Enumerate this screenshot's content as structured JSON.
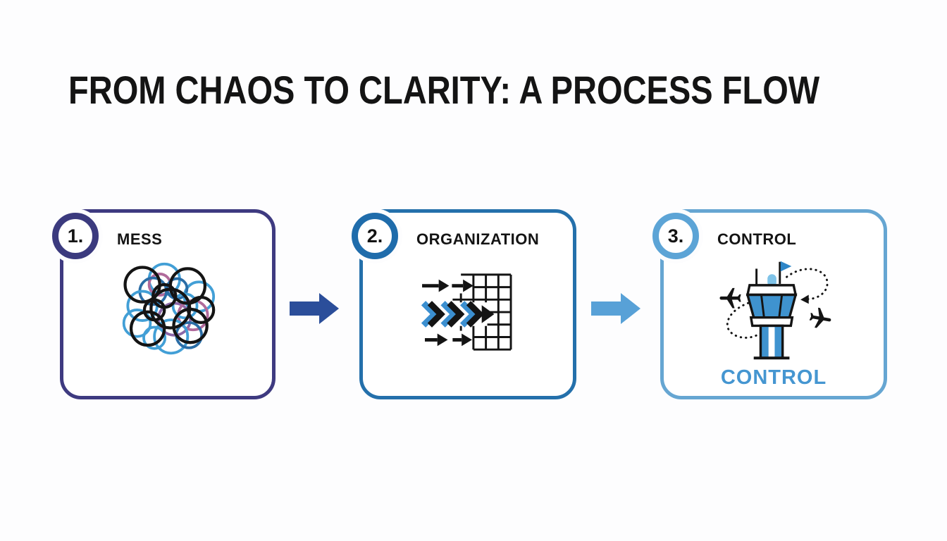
{
  "page": {
    "title": "FROM CHAOS TO CLARITY: A PROCESS FLOW",
    "background": "#fdfdfe",
    "title_color": "#141414"
  },
  "steps": [
    {
      "number": "1.",
      "label": "MESS",
      "accent_color": "#3e3a80",
      "icon": "tangled-scribble-icon"
    },
    {
      "number": "2.",
      "label": "ORGANIZATION",
      "accent_color": "#2470ab",
      "icon": "arrows-into-grid-icon"
    },
    {
      "number": "3.",
      "label": "CONTROL",
      "accent_color": "#66a6d2",
      "icon": "control-tower-icon",
      "icon_caption": "CONTROL",
      "caption_color": "#4596d1"
    }
  ],
  "connectors": [
    {
      "color": "#2b4e9a"
    },
    {
      "color": "#58a1d7"
    }
  ],
  "icon_palette": {
    "line_black": "#141414",
    "light_blue": "#429fd6",
    "steel_blue": "#2a6da6",
    "purple": "#8a67a8",
    "mauve": "#b06a9b",
    "tower_blue": "#3f93cf",
    "beacon_blue": "#7fc3e8",
    "chevron_blue": "#3b8fd0",
    "flag_blue": "#2e86c8"
  }
}
